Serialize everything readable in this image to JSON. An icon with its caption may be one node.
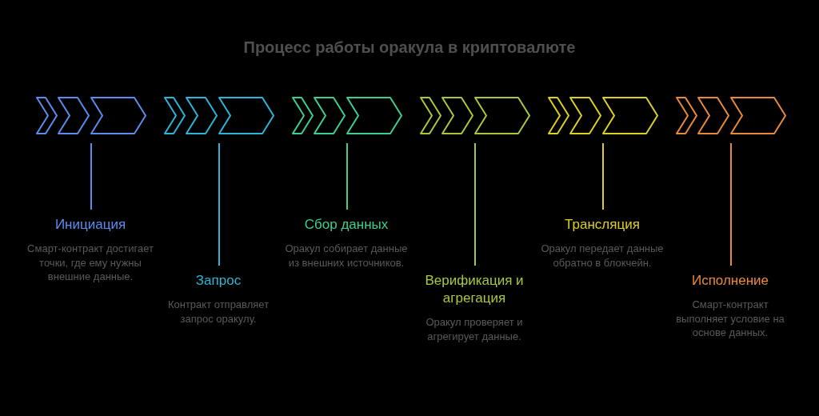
{
  "diagram": {
    "title": "Процесс работы оракула в криптовалюте",
    "nodes": [
      {
        "text": [],
        "shape": "chevron"
      },
      {
        "text": [],
        "shape": "chevron"
      },
      {
        "text": [],
        "shape": "chevron"
      },
      {
        "text": [],
        "shape": "chevron"
      },
      {
        "text": [],
        "shape": "chevron"
      },
      {
        "text": [],
        "shape": "chevron"
      },
      {
        "text": [
          "Инициация",
          "Смарт-контракт достигает точки, где ему нужны внешние данные."
        ]
      },
      {
        "text": [
          "Запрос",
          "Контракт отправляет запрос оракулу."
        ]
      },
      {
        "text": [
          "Сбор данных",
          "Оракул собирает данные из внешних источников."
        ]
      },
      {
        "text": [
          "Верификация и агрегация",
          "Оракул проверяет и агрегирует данные."
        ]
      },
      {
        "text": [
          "Трансляция",
          "Оракул передает данные обратно в блокчейн."
        ]
      },
      {
        "text": [
          "Исполнение",
          "Смарт-контракт выполняет условие на основе данных."
        ]
      }
    ],
    "edges": [
      {
        "from": 0,
        "to": 6,
        "arrow": "none",
        "color": "#5b8def"
      },
      {
        "from": 1,
        "to": 7,
        "arrow": "none",
        "color": "#2bb5d8"
      },
      {
        "from": 2,
        "to": 8,
        "arrow": "none",
        "color": "#3ecf8e"
      },
      {
        "from": 3,
        "to": 9,
        "arrow": "none",
        "color": "#a9c83c"
      },
      {
        "from": 4,
        "to": 10,
        "arrow": "none",
        "color": "#ddd022"
      },
      {
        "from": 5,
        "to": 11,
        "arrow": "none",
        "color": "#e88a3a"
      }
    ]
  }
}
